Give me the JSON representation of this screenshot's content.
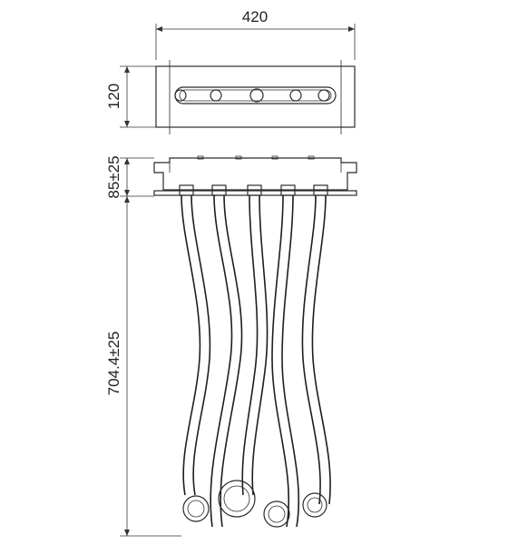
{
  "dimensions": {
    "width": "420",
    "height_top": "120",
    "height_mount": "85±25",
    "height_tubes": "704.4±25"
  },
  "colors": {
    "line": "#2b2b2b",
    "background": "#ffffff"
  }
}
